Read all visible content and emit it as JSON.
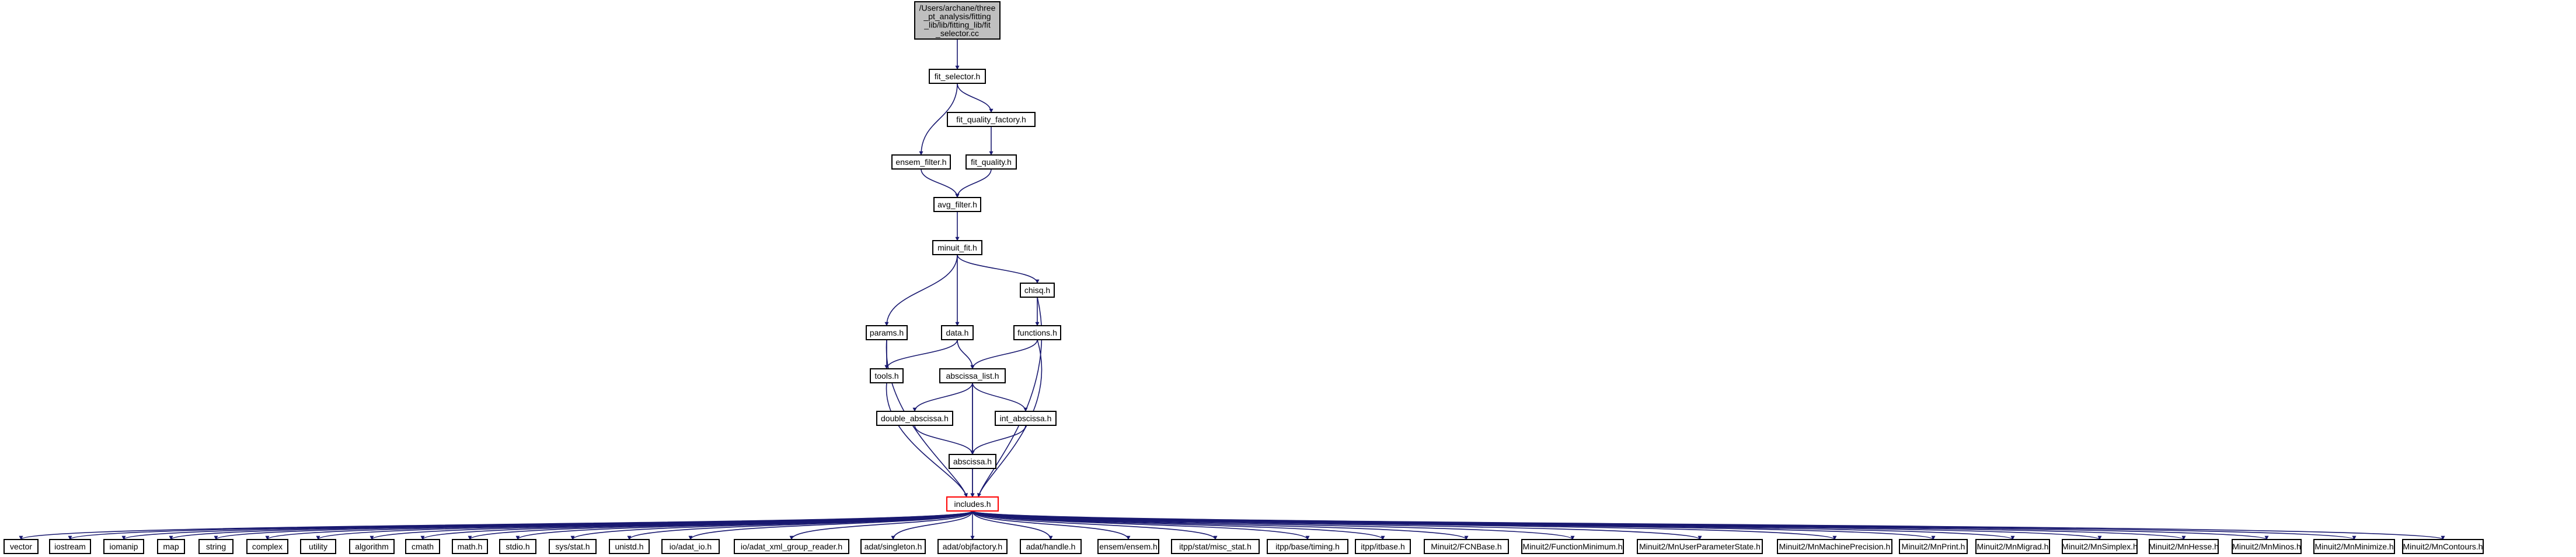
{
  "colors": {
    "edge": "#191970",
    "root_fill": "#bfbfbf",
    "hub_border": "#ff0000",
    "node_border": "#000000"
  },
  "nodes": [
    {
      "id": "src",
      "lines": [
        "/Users/archane/three",
        "_pt_analysis/fitting",
        "_lib/lib/fitting_lib/fit",
        "_selector.cc"
      ]
    },
    {
      "id": "fit_selector",
      "lines": [
        "fit_selector.h"
      ]
    },
    {
      "id": "fit_quality_factory",
      "lines": [
        "fit_quality_factory.h"
      ]
    },
    {
      "id": "ensem_filter",
      "lines": [
        "ensem_filter.h"
      ]
    },
    {
      "id": "fit_quality",
      "lines": [
        "fit_quality.h"
      ]
    },
    {
      "id": "avg_filter",
      "lines": [
        "avg_filter.h"
      ]
    },
    {
      "id": "minuit_fit",
      "lines": [
        "minuit_fit.h"
      ]
    },
    {
      "id": "chisq",
      "lines": [
        "chisq.h"
      ]
    },
    {
      "id": "params",
      "lines": [
        "params.h"
      ]
    },
    {
      "id": "data",
      "lines": [
        "data.h"
      ]
    },
    {
      "id": "functions",
      "lines": [
        "functions.h"
      ]
    },
    {
      "id": "tools",
      "lines": [
        "tools.h"
      ]
    },
    {
      "id": "abscissa_list",
      "lines": [
        "abscissa_list.h"
      ]
    },
    {
      "id": "double_abscissa",
      "lines": [
        "double_abscissa.h"
      ]
    },
    {
      "id": "int_abscissa",
      "lines": [
        "int_abscissa.h"
      ]
    },
    {
      "id": "abscissa",
      "lines": [
        "abscissa.h"
      ]
    },
    {
      "id": "includes",
      "lines": [
        "includes.h"
      ]
    },
    {
      "id": "vector",
      "lines": [
        "vector"
      ]
    },
    {
      "id": "iostream",
      "lines": [
        "iostream"
      ]
    },
    {
      "id": "iomanip",
      "lines": [
        "iomanip"
      ]
    },
    {
      "id": "map",
      "lines": [
        "map"
      ]
    },
    {
      "id": "string",
      "lines": [
        "string"
      ]
    },
    {
      "id": "complex",
      "lines": [
        "complex"
      ]
    },
    {
      "id": "utility",
      "lines": [
        "utility"
      ]
    },
    {
      "id": "algorithm",
      "lines": [
        "algorithm"
      ]
    },
    {
      "id": "cmath",
      "lines": [
        "cmath"
      ]
    },
    {
      "id": "math_h",
      "lines": [
        "math.h"
      ]
    },
    {
      "id": "stdio_h",
      "lines": [
        "stdio.h"
      ]
    },
    {
      "id": "sys_stat_h",
      "lines": [
        "sys/stat.h"
      ]
    },
    {
      "id": "unistd_h",
      "lines": [
        "unistd.h"
      ]
    },
    {
      "id": "adat_io",
      "lines": [
        "io/adat_io.h"
      ]
    },
    {
      "id": "adat_xml",
      "lines": [
        "io/adat_xml_group_reader.h"
      ]
    },
    {
      "id": "singleton",
      "lines": [
        "adat/singleton.h"
      ]
    },
    {
      "id": "objfactory",
      "lines": [
        "adat/objfactory.h"
      ]
    },
    {
      "id": "handle",
      "lines": [
        "adat/handle.h"
      ]
    },
    {
      "id": "ensem",
      "lines": [
        "ensem/ensem.h"
      ]
    },
    {
      "id": "misc_stat",
      "lines": [
        "itpp/stat/misc_stat.h"
      ]
    },
    {
      "id": "timing",
      "lines": [
        "itpp/base/timing.h"
      ]
    },
    {
      "id": "itbase",
      "lines": [
        "itpp/itbase.h"
      ]
    },
    {
      "id": "fcnbase",
      "lines": [
        "Minuit2/FCNBase.h"
      ]
    },
    {
      "id": "fmin",
      "lines": [
        "Minuit2/FunctionMinimum.h"
      ]
    },
    {
      "id": "upstate",
      "lines": [
        "Minuit2/MnUserParameterState.h"
      ]
    },
    {
      "id": "machprec",
      "lines": [
        "Minuit2/MnMachinePrecision.h"
      ]
    },
    {
      "id": "mnprint",
      "lines": [
        "Minuit2/MnPrint.h"
      ]
    },
    {
      "id": "migrad",
      "lines": [
        "Minuit2/MnMigrad.h"
      ]
    },
    {
      "id": "simplex",
      "lines": [
        "Minuit2/MnSimplex.h"
      ]
    },
    {
      "id": "hesse",
      "lines": [
        "Minuit2/MnHesse.h"
      ]
    },
    {
      "id": "minos",
      "lines": [
        "Minuit2/MnMinos.h"
      ]
    },
    {
      "id": "minimize",
      "lines": [
        "Minuit2/MnMinimize.h"
      ]
    },
    {
      "id": "contours",
      "lines": [
        "Minuit2/MnContours.h"
      ]
    }
  ],
  "edges": [
    [
      "src",
      "fit_selector"
    ],
    [
      "fit_selector",
      "ensem_filter"
    ],
    [
      "fit_selector",
      "fit_quality_factory"
    ],
    [
      "fit_quality_factory",
      "fit_quality"
    ],
    [
      "ensem_filter",
      "avg_filter"
    ],
    [
      "fit_quality",
      "avg_filter"
    ],
    [
      "avg_filter",
      "minuit_fit"
    ],
    [
      "minuit_fit",
      "params"
    ],
    [
      "minuit_fit",
      "data"
    ],
    [
      "minuit_fit",
      "chisq"
    ],
    [
      "chisq",
      "functions"
    ],
    [
      "chisq",
      "includes"
    ],
    [
      "params",
      "tools"
    ],
    [
      "params",
      "includes"
    ],
    [
      "data",
      "tools"
    ],
    [
      "data",
      "abscissa_list"
    ],
    [
      "functions",
      "abscissa_list"
    ],
    [
      "functions",
      "includes"
    ],
    [
      "tools",
      "includes"
    ],
    [
      "abscissa_list",
      "double_abscissa"
    ],
    [
      "abscissa_list",
      "int_abscissa"
    ],
    [
      "abscissa_list",
      "abscissa"
    ],
    [
      "abscissa_list",
      "includes"
    ],
    [
      "double_abscissa",
      "abscissa"
    ],
    [
      "int_abscissa",
      "abscissa"
    ],
    [
      "abscissa",
      "includes"
    ],
    [
      "includes",
      "vector"
    ],
    [
      "includes",
      "iostream"
    ],
    [
      "includes",
      "iomanip"
    ],
    [
      "includes",
      "map"
    ],
    [
      "includes",
      "string"
    ],
    [
      "includes",
      "complex"
    ],
    [
      "includes",
      "utility"
    ],
    [
      "includes",
      "algorithm"
    ],
    [
      "includes",
      "cmath"
    ],
    [
      "includes",
      "math_h"
    ],
    [
      "includes",
      "stdio_h"
    ],
    [
      "includes",
      "sys_stat_h"
    ],
    [
      "includes",
      "unistd_h"
    ],
    [
      "includes",
      "adat_io"
    ],
    [
      "includes",
      "adat_xml"
    ],
    [
      "includes",
      "singleton"
    ],
    [
      "includes",
      "objfactory"
    ],
    [
      "includes",
      "handle"
    ],
    [
      "includes",
      "ensem"
    ],
    [
      "includes",
      "misc_stat"
    ],
    [
      "includes",
      "timing"
    ],
    [
      "includes",
      "itbase"
    ],
    [
      "includes",
      "fcnbase"
    ],
    [
      "includes",
      "fmin"
    ],
    [
      "includes",
      "upstate"
    ],
    [
      "includes",
      "machprec"
    ],
    [
      "includes",
      "mnprint"
    ],
    [
      "includes",
      "migrad"
    ],
    [
      "includes",
      "simplex"
    ],
    [
      "includes",
      "hesse"
    ],
    [
      "includes",
      "minos"
    ],
    [
      "includes",
      "minimize"
    ],
    [
      "includes",
      "contours"
    ]
  ]
}
